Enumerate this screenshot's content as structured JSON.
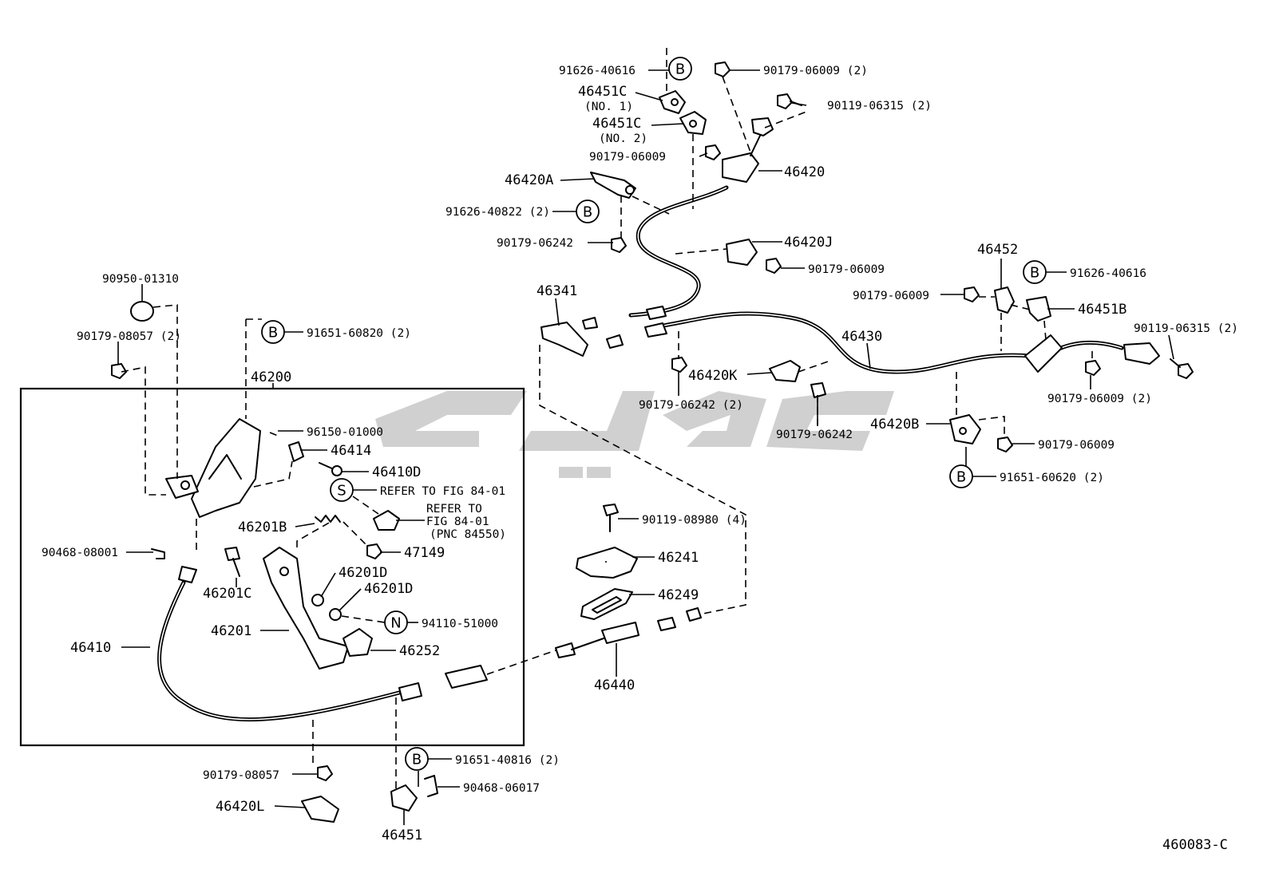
{
  "watermark": "ﺷﺒﮑﻪ",
  "figure_code": "460083-C",
  "marks": {
    "B": "B",
    "S": "S",
    "N": "N"
  },
  "labels": {
    "p91626_40616_top": "91626-40616",
    "p46451C_1": "46451C",
    "p46451C_1_sub": "(NO. 1)",
    "p46451C_2": "46451C",
    "p46451C_2_sub": "(NO. 2)",
    "p90179_06009_mid": "90179-06009",
    "p46420A": "46420A",
    "p91626_40822": "91626-40822 (2)",
    "p90179_06242_top": "90179-06242",
    "p90179_06009_top2": "90179-06009 (2)",
    "p90119_06315_top": "90119-06315 (2)",
    "p46420": "46420",
    "p46420J": "46420J",
    "p90179_06009_j": "90179-06009",
    "p46452": "46452",
    "p91626_40616_r": "91626-40616",
    "p90179_06009_r": "90179-06009",
    "p46451B": "46451B",
    "p90119_06315_r": "90119-06315 (2)",
    "p46430": "46430",
    "p90179_06009_r2": "90179-06009 (2)",
    "p46341": "46341",
    "p46420K": "46420K",
    "p90179_06242_2": "90179-06242 (2)",
    "p90179_06242_k": "90179-06242",
    "p46420B": "46420B",
    "p90179_06009_b": "90179-06009",
    "p91651_60620": "91651-60620 (2)",
    "p90950_01310": "90950-01310",
    "p90179_08057_2": "90179-08057 (2)",
    "p91651_60820": "91651-60820 (2)",
    "p46200": "46200",
    "p96150_01000": "96150-01000",
    "p46414": "46414",
    "p46410D": "46410D",
    "p_refer_s": "REFER TO FIG 84-01",
    "p_refer_1": "REFER TO",
    "p_refer_2": "FIG 84-01",
    "p_refer_3": "(PNC 84550)",
    "p46201B": "46201B",
    "p47149": "47149",
    "p90468_08001": "90468-08001",
    "p46201D_1": "46201D",
    "p46201D_2": "46201D",
    "p46201C": "46201C",
    "p94110_51000": "94110-51000",
    "p46201": "46201",
    "p46252": "46252",
    "p46410": "46410",
    "p90119_08980": "90119-08980 (4)",
    "p46241": "46241",
    "p46249": "46249",
    "p46440": "46440",
    "p90179_08057": "90179-08057",
    "p46420L": "46420L",
    "p91651_40816": "91651-40816 (2)",
    "p90468_06017": "90468-06017",
    "p46451": "46451"
  }
}
